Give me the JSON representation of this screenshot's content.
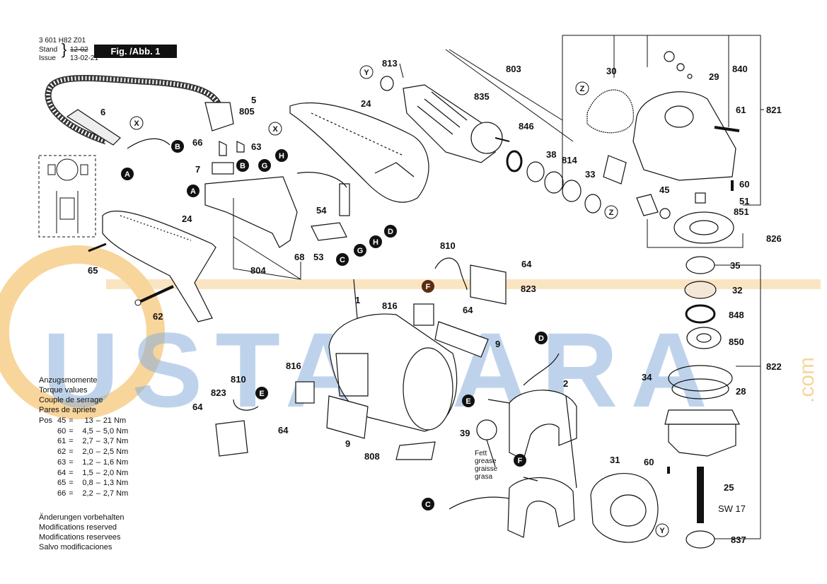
{
  "header": {
    "doc_number": "3 601 H82 Z01",
    "stand_label": "Stand",
    "issue_label": "Issue",
    "stand_old": "12-02",
    "stand_new": "13-02-21",
    "figure_label": "Fig. /Abb. 1"
  },
  "torque": {
    "title_lines": [
      "Anzugsmomente",
      "Torque values",
      "Couple de serrage",
      "Pares de apriete"
    ],
    "pos_label": "Pos",
    "rows": [
      {
        "pos": "45",
        "eq": "=",
        "lo": "13",
        "dash": "–",
        "hi": "21 Nm"
      },
      {
        "pos": "60",
        "eq": "=",
        "lo": "4,5",
        "dash": "–",
        "hi": "5,0 Nm"
      },
      {
        "pos": "61",
        "eq": "=",
        "lo": "2,7",
        "dash": "–",
        "hi": "3,7 Nm"
      },
      {
        "pos": "62",
        "eq": "=",
        "lo": "2,0",
        "dash": "–",
        "hi": "2,5 Nm"
      },
      {
        "pos": "63",
        "eq": "=",
        "lo": "1,2",
        "dash": "–",
        "hi": "1,6 Nm"
      },
      {
        "pos": "64",
        "eq": "=",
        "lo": "1,5",
        "dash": "–",
        "hi": "2,0 Nm"
      },
      {
        "pos": "65",
        "eq": "=",
        "lo": "0,8",
        "dash": "–",
        "hi": "1,3 Nm"
      },
      {
        "pos": "66",
        "eq": "=",
        "lo": "2,2",
        "dash": "–",
        "hi": "2,7 Nm"
      }
    ]
  },
  "notes": [
    "Änderungen vorbehalten",
    "Modifications reserved",
    "Modifications reservees",
    "Salvo modificaciones"
  ],
  "grease_note": [
    "Fett",
    "grease",
    "graisse",
    "grasa"
  ],
  "watermark": {
    "text": "USTALARA",
    "suffix": ".com",
    "color": "#2a6fbf",
    "accent": "#f2b24a"
  },
  "part_labels": [
    {
      "id": "p1",
      "text": "813"
    },
    {
      "id": "p2",
      "text": "803"
    },
    {
      "id": "p3",
      "text": "30"
    },
    {
      "id": "p4",
      "text": "840"
    },
    {
      "id": "p5",
      "text": "29"
    },
    {
      "id": "p6",
      "text": "835"
    },
    {
      "id": "p7",
      "text": "24"
    },
    {
      "id": "p8",
      "text": "61"
    },
    {
      "id": "p9",
      "text": "821"
    },
    {
      "id": "p10",
      "text": "846"
    },
    {
      "id": "p11",
      "text": "38"
    },
    {
      "id": "p12",
      "text": "814"
    },
    {
      "id": "p13",
      "text": "33"
    },
    {
      "id": "p14",
      "text": "60"
    },
    {
      "id": "p15",
      "text": "45"
    },
    {
      "id": "p16",
      "text": "51"
    },
    {
      "id": "p17",
      "text": "851"
    },
    {
      "id": "p18",
      "text": "826"
    },
    {
      "id": "p19",
      "text": "5"
    },
    {
      "id": "p20",
      "text": "805"
    },
    {
      "id": "p21",
      "text": "6"
    },
    {
      "id": "p22",
      "text": "66"
    },
    {
      "id": "p23",
      "text": "63"
    },
    {
      "id": "p24",
      "text": "7"
    },
    {
      "id": "p25",
      "text": "54"
    },
    {
      "id": "p26",
      "text": "53"
    },
    {
      "id": "p27",
      "text": "68"
    },
    {
      "id": "p28",
      "text": "804"
    },
    {
      "id": "p29",
      "text": "24"
    },
    {
      "id": "p30",
      "text": "65"
    },
    {
      "id": "p31",
      "text": "62"
    },
    {
      "id": "p32",
      "text": "810"
    },
    {
      "id": "p33",
      "text": "64"
    },
    {
      "id": "p34",
      "text": "823"
    },
    {
      "id": "p35",
      "text": "816"
    },
    {
      "id": "p36",
      "text": "64"
    },
    {
      "id": "p37",
      "text": "9"
    },
    {
      "id": "p38",
      "text": "1"
    },
    {
      "id": "p39",
      "text": "35"
    },
    {
      "id": "p40",
      "text": "32"
    },
    {
      "id": "p41",
      "text": "848"
    },
    {
      "id": "p42",
      "text": "850"
    },
    {
      "id": "p43",
      "text": "822"
    },
    {
      "id": "p44",
      "text": "34"
    },
    {
      "id": "p45",
      "text": "28"
    },
    {
      "id": "p46",
      "text": "2"
    },
    {
      "id": "p47",
      "text": "810"
    },
    {
      "id": "p48",
      "text": "816"
    },
    {
      "id": "p49",
      "text": "823"
    },
    {
      "id": "p50",
      "text": "64"
    },
    {
      "id": "p51",
      "text": "64"
    },
    {
      "id": "p52",
      "text": "9"
    },
    {
      "id": "p53",
      "text": "39"
    },
    {
      "id": "p54",
      "text": "808"
    },
    {
      "id": "p55",
      "text": "31"
    },
    {
      "id": "p56",
      "text": "60"
    },
    {
      "id": "p57",
      "text": "25"
    },
    {
      "id": "p58",
      "text": "SW 17"
    },
    {
      "id": "p59",
      "text": "837"
    }
  ],
  "connector_letters": [
    {
      "id": "c1",
      "text": "Y",
      "style": "open"
    },
    {
      "id": "c2",
      "text": "X",
      "style": "open"
    },
    {
      "id": "c3",
      "text": "Z",
      "style": "open"
    },
    {
      "id": "c4",
      "text": "X",
      "style": "open"
    },
    {
      "id": "c5",
      "text": "B",
      "style": "filled"
    },
    {
      "id": "c6",
      "text": "A",
      "style": "filled"
    },
    {
      "id": "c7",
      "text": "B",
      "style": "filled"
    },
    {
      "id": "c8",
      "text": "H",
      "style": "filled"
    },
    {
      "id": "c9",
      "text": "G",
      "style": "filled"
    },
    {
      "id": "c10",
      "text": "A",
      "style": "filled"
    },
    {
      "id": "c11",
      "text": "D",
      "style": "filled"
    },
    {
      "id": "c12",
      "text": "H",
      "style": "filled"
    },
    {
      "id": "c13",
      "text": "G",
      "style": "filled"
    },
    {
      "id": "c14",
      "text": "C",
      "style": "filled"
    },
    {
      "id": "c15",
      "text": "Z",
      "style": "open"
    },
    {
      "id": "c16",
      "text": "F",
      "style": "brown"
    },
    {
      "id": "c17",
      "text": "D",
      "style": "filled"
    },
    {
      "id": "c18",
      "text": "E",
      "style": "filled"
    },
    {
      "id": "c19",
      "text": "E",
      "style": "filled"
    },
    {
      "id": "c20",
      "text": "F",
      "style": "filled"
    },
    {
      "id": "c21",
      "text": "C",
      "style": "filled"
    },
    {
      "id": "c22",
      "text": "Y",
      "style": "open"
    }
  ]
}
